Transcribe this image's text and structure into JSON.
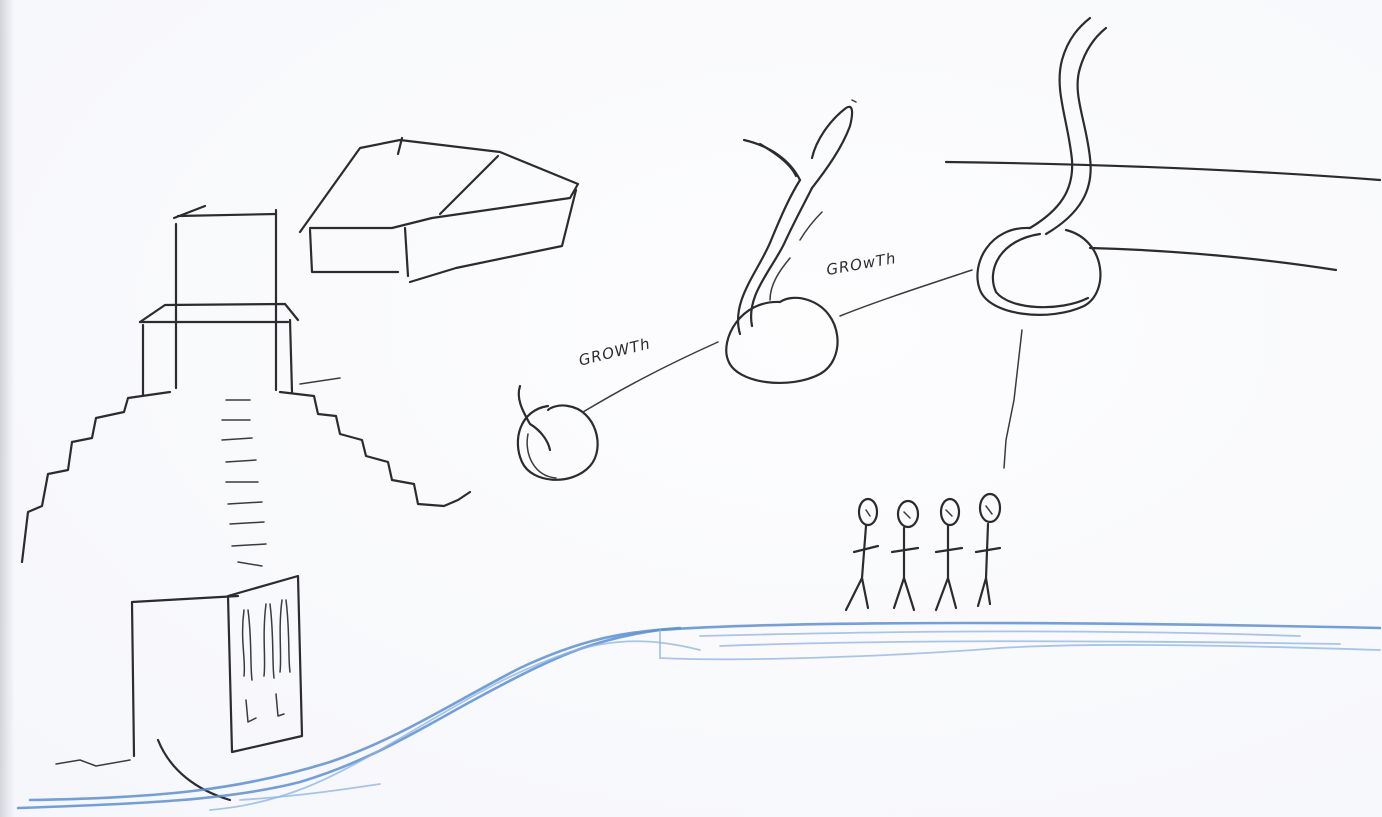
{
  "sketch": {
    "labels": {
      "growth_1": "GROWTh",
      "growth_2": "GROwTh"
    },
    "colors": {
      "pencil": "#2c2c30",
      "crayon_blue": "#5a8fd6",
      "paper": "#fdfdfe"
    },
    "figure_count": 4
  }
}
